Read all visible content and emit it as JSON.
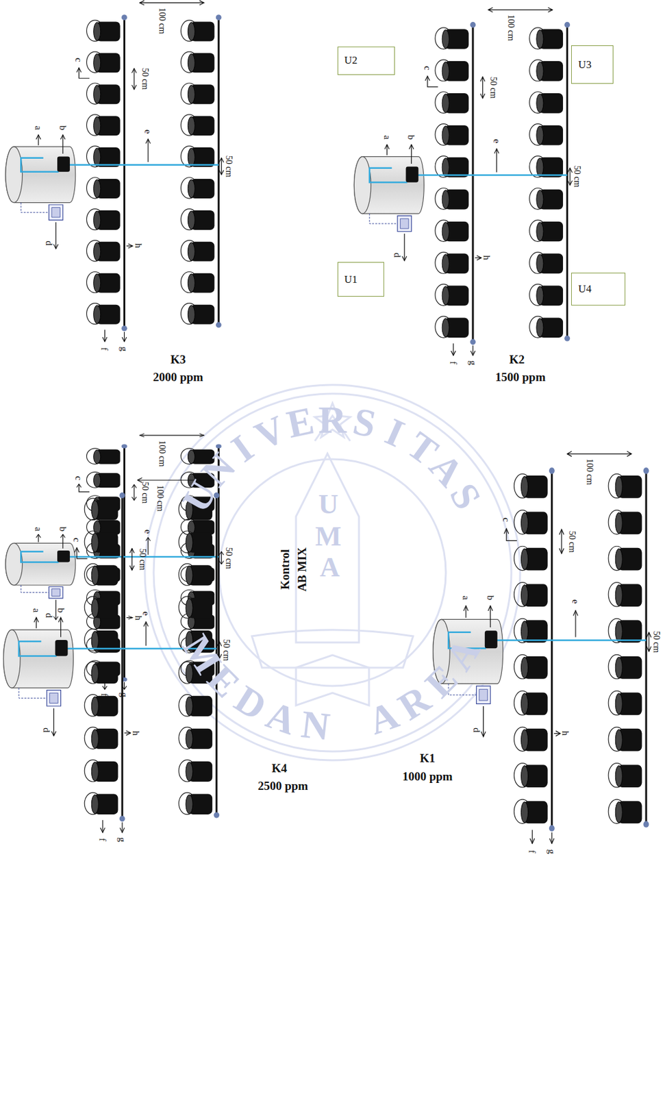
{
  "diagram": {
    "nodes": [
      {
        "text": [
          "U2"
        ]
      },
      {
        "text": [
          "U3"
        ]
      },
      {
        "text": [
          "U1"
        ]
      },
      {
        "text": [
          "U4"
        ]
      }
    ],
    "labels": [
      "100 cm",
      "c",
      "50 cm",
      "a",
      "b",
      "e",
      "50 cm",
      "d",
      "h",
      "f",
      "g",
      "K3",
      "2000 ppm",
      "100 cm",
      "c",
      "50 cm",
      "a",
      "b",
      "e",
      "50 cm",
      "d",
      "h",
      "f",
      "g",
      "K2",
      "1500 ppm",
      "100 cm",
      "c",
      "50 cm",
      "a",
      "b",
      "e",
      "50 cm",
      "d",
      "h",
      "f",
      "g",
      "Kontrol",
      "AB MIX",
      "100 cm",
      "c",
      "50 cm",
      "a",
      "b",
      "e",
      "50 cm",
      "d",
      "h",
      "f",
      "g",
      "K4",
      "2500 ppm",
      "100 cm",
      "c",
      "50 cm",
      "a",
      "b",
      "e",
      "50 cm",
      "d",
      "h",
      "f",
      "g",
      "K1",
      "1000 ppm",
      "UNIVERSITAS",
      "U",
      "M",
      "A",
      "MEDAN AREA"
    ]
  }
}
